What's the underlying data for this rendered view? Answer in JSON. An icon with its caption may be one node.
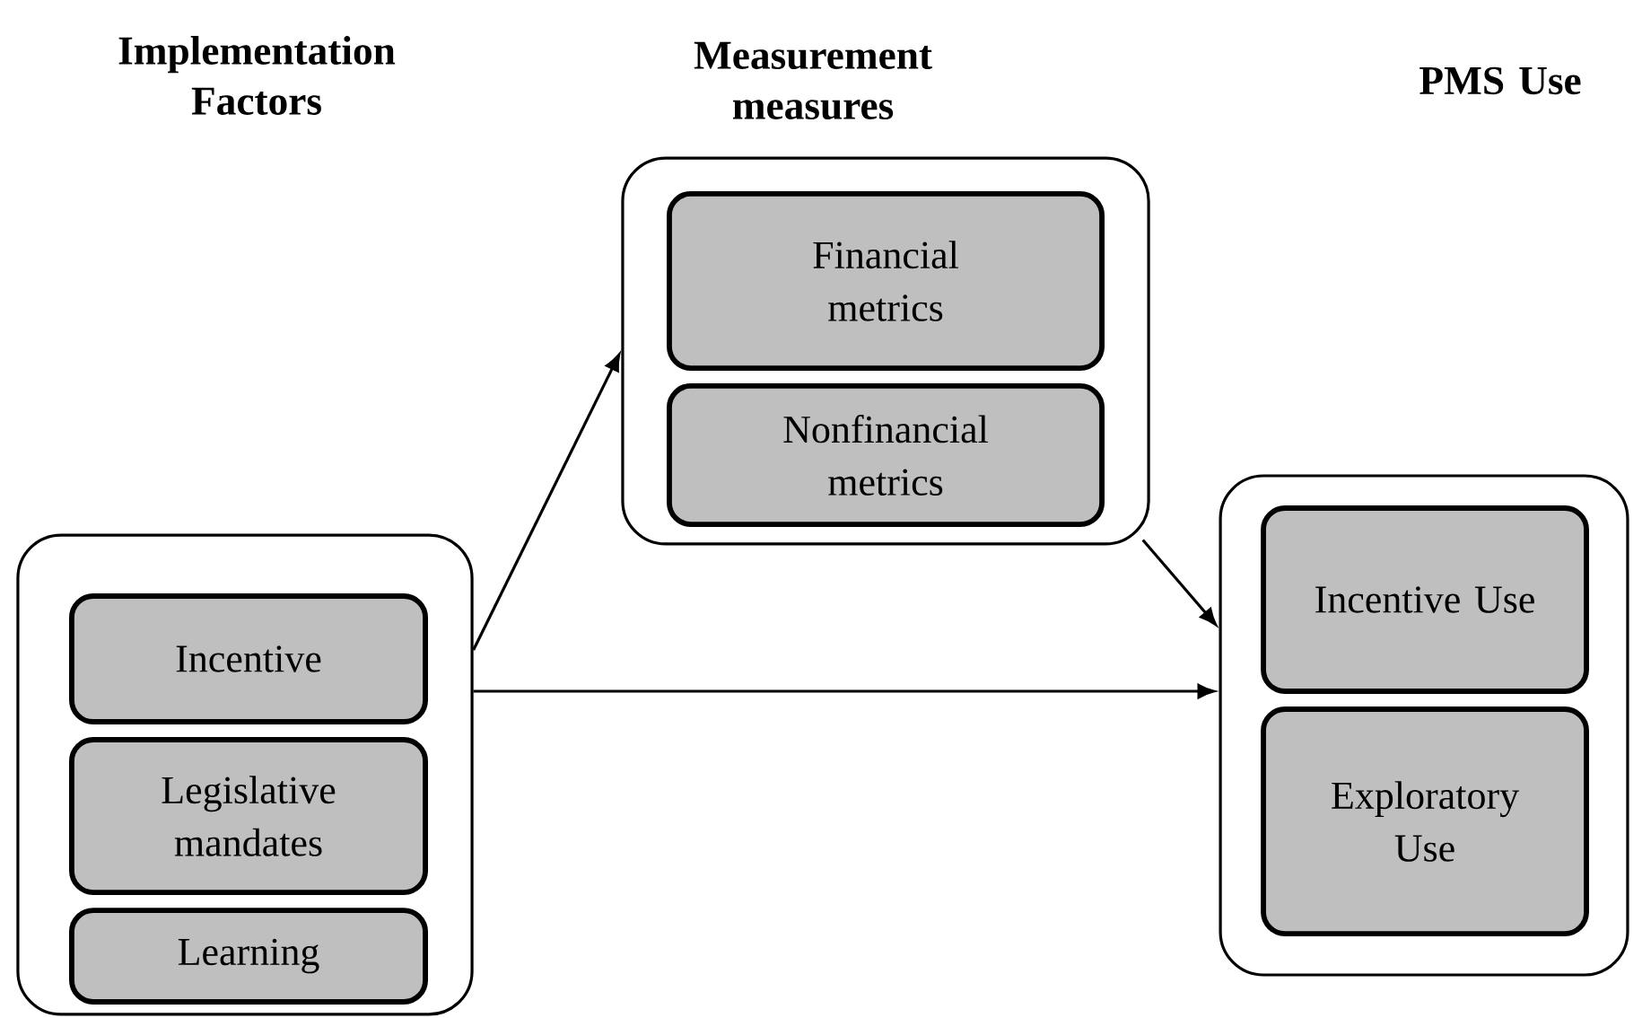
{
  "diagram": {
    "nodes": [
      {
        "text": [],
        "shape": "box"
      },
      {
        "text": [
          "Incentive"
        ],
        "in": 0
      },
      {
        "text": [
          "Legislative mandates"
        ],
        "in": 0
      },
      {
        "text": [
          "Learning"
        ],
        "in": 0
      },
      {
        "text": [],
        "shape": "box"
      },
      {
        "text": [
          "Financial metrics"
        ],
        "in": 4
      },
      {
        "text": [
          "Nonfinancial metrics"
        ],
        "in": 4
      },
      {
        "text": [],
        "shape": "box"
      },
      {
        "text": [
          "Incentive Use"
        ],
        "in": 7
      },
      {
        "text": [
          "Exploratory Use"
        ],
        "in": 7
      }
    ],
    "edges": [
      {
        "from": 0,
        "to": 4,
        "arrow": "to"
      },
      {
        "from": 4,
        "to": 7,
        "arrow": "to"
      },
      {
        "from": 0,
        "to": 7,
        "arrow": "to"
      }
    ],
    "labels": [
      "Implementation Factors",
      "Measurement measures",
      "PMS Use"
    ]
  }
}
